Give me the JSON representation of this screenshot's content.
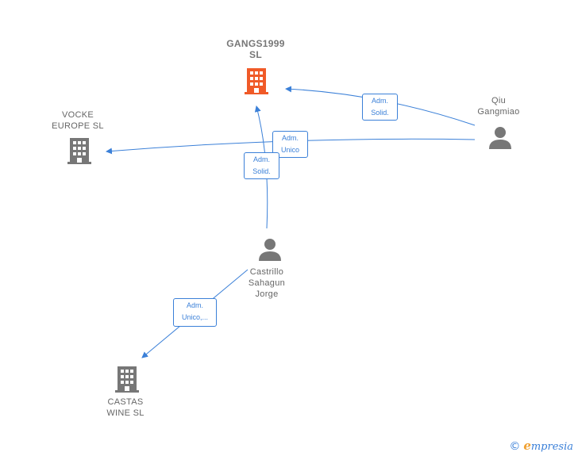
{
  "nodes": {
    "gangs": {
      "label_line1": "GANGS1999",
      "label_line2": "SL",
      "color": "#f05a28",
      "type": "company"
    },
    "vocke": {
      "label_line1": "VOCKE",
      "label_line2": "EUROPE  SL",
      "color": "#777777",
      "type": "company"
    },
    "castas": {
      "label_line1": "CASTAS",
      "label_line2": "WINE  SL",
      "color": "#777777",
      "type": "company"
    },
    "qiu": {
      "label_line1": "Qiu",
      "label_line2": "Gangmiao",
      "color": "#777777",
      "type": "person"
    },
    "castrillo": {
      "label_line1": "Castrillo",
      "label_line2": "Sahagun",
      "label_line3": "Jorge",
      "color": "#777777",
      "type": "person"
    }
  },
  "edges": [
    {
      "from": "qiu",
      "to": "gangs",
      "line1": "Adm.",
      "line2": "Solid."
    },
    {
      "from": "qiu",
      "to": "vocke",
      "line1": "Adm.",
      "line2": "Unico"
    },
    {
      "from": "castrillo",
      "to": "gangs",
      "line1": "Adm.",
      "line2": "Solid."
    },
    {
      "from": "castrillo",
      "to": "castas",
      "line1": "Adm.",
      "line2": "Unico,..."
    }
  ],
  "colors": {
    "edge": "#3b80d8",
    "company_highlight": "#f05a28",
    "company": "#777777"
  },
  "footer": {
    "copyright": "©",
    "brand_initial": "e",
    "brand_rest": "mpresia"
  }
}
